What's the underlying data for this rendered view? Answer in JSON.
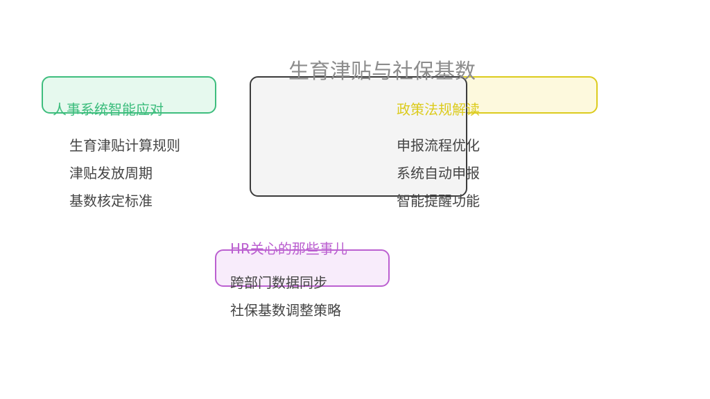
{
  "title": "生育津贴与社保基数",
  "colors": {
    "green": "#3dbd7d",
    "yellow": "#dccb1c",
    "purple": "#bb5fd0",
    "center_border": "#3a3a3a",
    "text": "#444444",
    "title": "#8c8c8c"
  },
  "branches": {
    "hr_system": {
      "heading": "人事系统智能应对",
      "items": [
        "生育津贴计算规则",
        "津贴发放周期",
        "基数核定标准"
      ]
    },
    "policy": {
      "heading": "政策法规解读",
      "items": [
        "申报流程优化",
        "系统自动申报",
        "智能提醒功能"
      ]
    },
    "hr_concerns": {
      "heading": "HR关心的那些事儿",
      "items": [
        "跨部门数据同步",
        "社保基数调整策略"
      ]
    }
  }
}
